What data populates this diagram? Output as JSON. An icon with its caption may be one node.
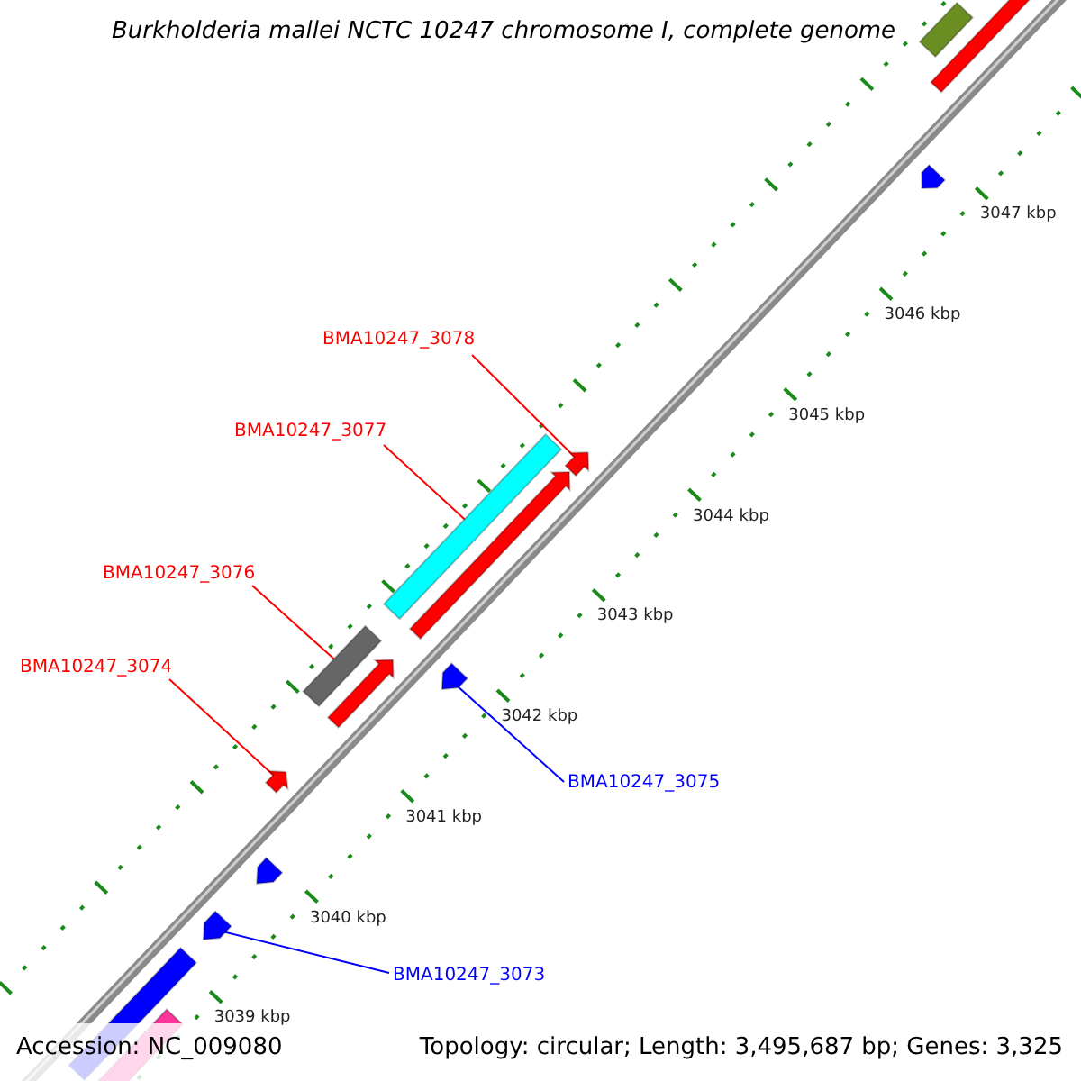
{
  "diagram": {
    "title": "Burkholderia mallei NCTC 10247 chromosome I, complete genome",
    "nodes": [
      {
        "text": [],
        "shape": "bar"
      },
      {
        "text": [],
        "shape": "arrow"
      },
      {
        "text": [],
        "shape": "arrow"
      },
      {
        "text": [
          "BMA10247_3078"
        ]
      },
      {
        "text": [],
        "shape": "arrow"
      },
      {
        "text": [
          "BMA10247_3077"
        ]
      },
      {
        "text": [],
        "shape": "bar"
      },
      {
        "text": [],
        "shape": "arrow"
      },
      {
        "text": [
          "BMA10247_3076"
        ]
      },
      {
        "text": [],
        "shape": "bar"
      },
      {
        "text": [],
        "shape": "arrow"
      },
      {
        "text": [],
        "shape": "arrow"
      },
      {
        "text": [
          "BMA10247_3074"
        ]
      },
      {
        "text": [],
        "shape": "arrow"
      },
      {
        "text": [
          "BMA10247_3075"
        ]
      },
      {
        "text": [],
        "shape": "arrow"
      },
      {
        "text": [],
        "shape": "arrow"
      },
      {
        "text": [
          "BMA10247_3073"
        ]
      },
      {
        "text": [],
        "shape": "bar"
      },
      {
        "text": [],
        "shape": "bar"
      }
    ],
    "edges": [
      {
        "from": 3,
        "to": 4,
        "arrow": "none"
      },
      {
        "from": 5,
        "to": 6,
        "arrow": "none"
      },
      {
        "from": 8,
        "to": 9,
        "arrow": "none"
      },
      {
        "from": 12,
        "to": 13,
        "arrow": "none"
      },
      {
        "from": 14,
        "to": 11,
        "arrow": "none",
        "color": "#0000ff"
      },
      {
        "from": 17,
        "to": 16,
        "arrow": "none",
        "color": "#0000ff"
      }
    ],
    "labels": [
      "3047 kbp",
      "3046 kbp",
      "3045 kbp",
      "3044 kbp",
      "3043 kbp",
      "3042 kbp",
      "3041 kbp",
      "3040 kbp",
      "3039 kbp",
      "Accession: NC_009080",
      "Topology: circular; Length: 3,495,687 bp; Genes: 3,325"
    ]
  }
}
